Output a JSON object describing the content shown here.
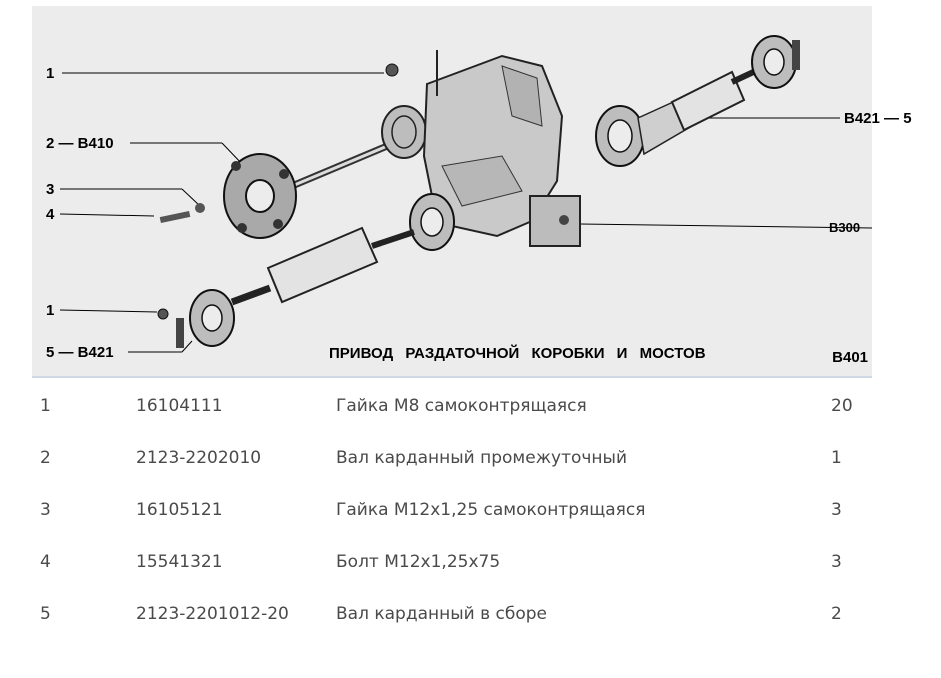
{
  "diagram": {
    "caption": "ПРИВОД РАЗДАТОЧНОЙ КОРОБКИ И МОСТОВ",
    "code": "B401",
    "callouts": {
      "c1_top": "1",
      "c2": "2 — B410",
      "c3": "3",
      "c4": "4",
      "c1_bottom": "1",
      "c5_bottom": "5 — B421",
      "c5_right": "B421 — 5",
      "b300": "B300"
    }
  },
  "table": {
    "rows": [
      {
        "num": "1",
        "code": "16104111",
        "name": "Гайка М8 самоконтрящаяся",
        "qty": "20"
      },
      {
        "num": "2",
        "code": "2123-2202010",
        "name": "Вал карданный промежуточный",
        "qty": "1"
      },
      {
        "num": "3",
        "code": "16105121",
        "name": "Гайка М12х1,25 самоконтрящаяся",
        "qty": "3"
      },
      {
        "num": "4",
        "code": "15541321",
        "name": "Болт М12х1,25х75",
        "qty": "3"
      },
      {
        "num": "5",
        "code": "2123-2201012-20",
        "name": "Вал карданный в сборе",
        "qty": "2"
      }
    ]
  }
}
